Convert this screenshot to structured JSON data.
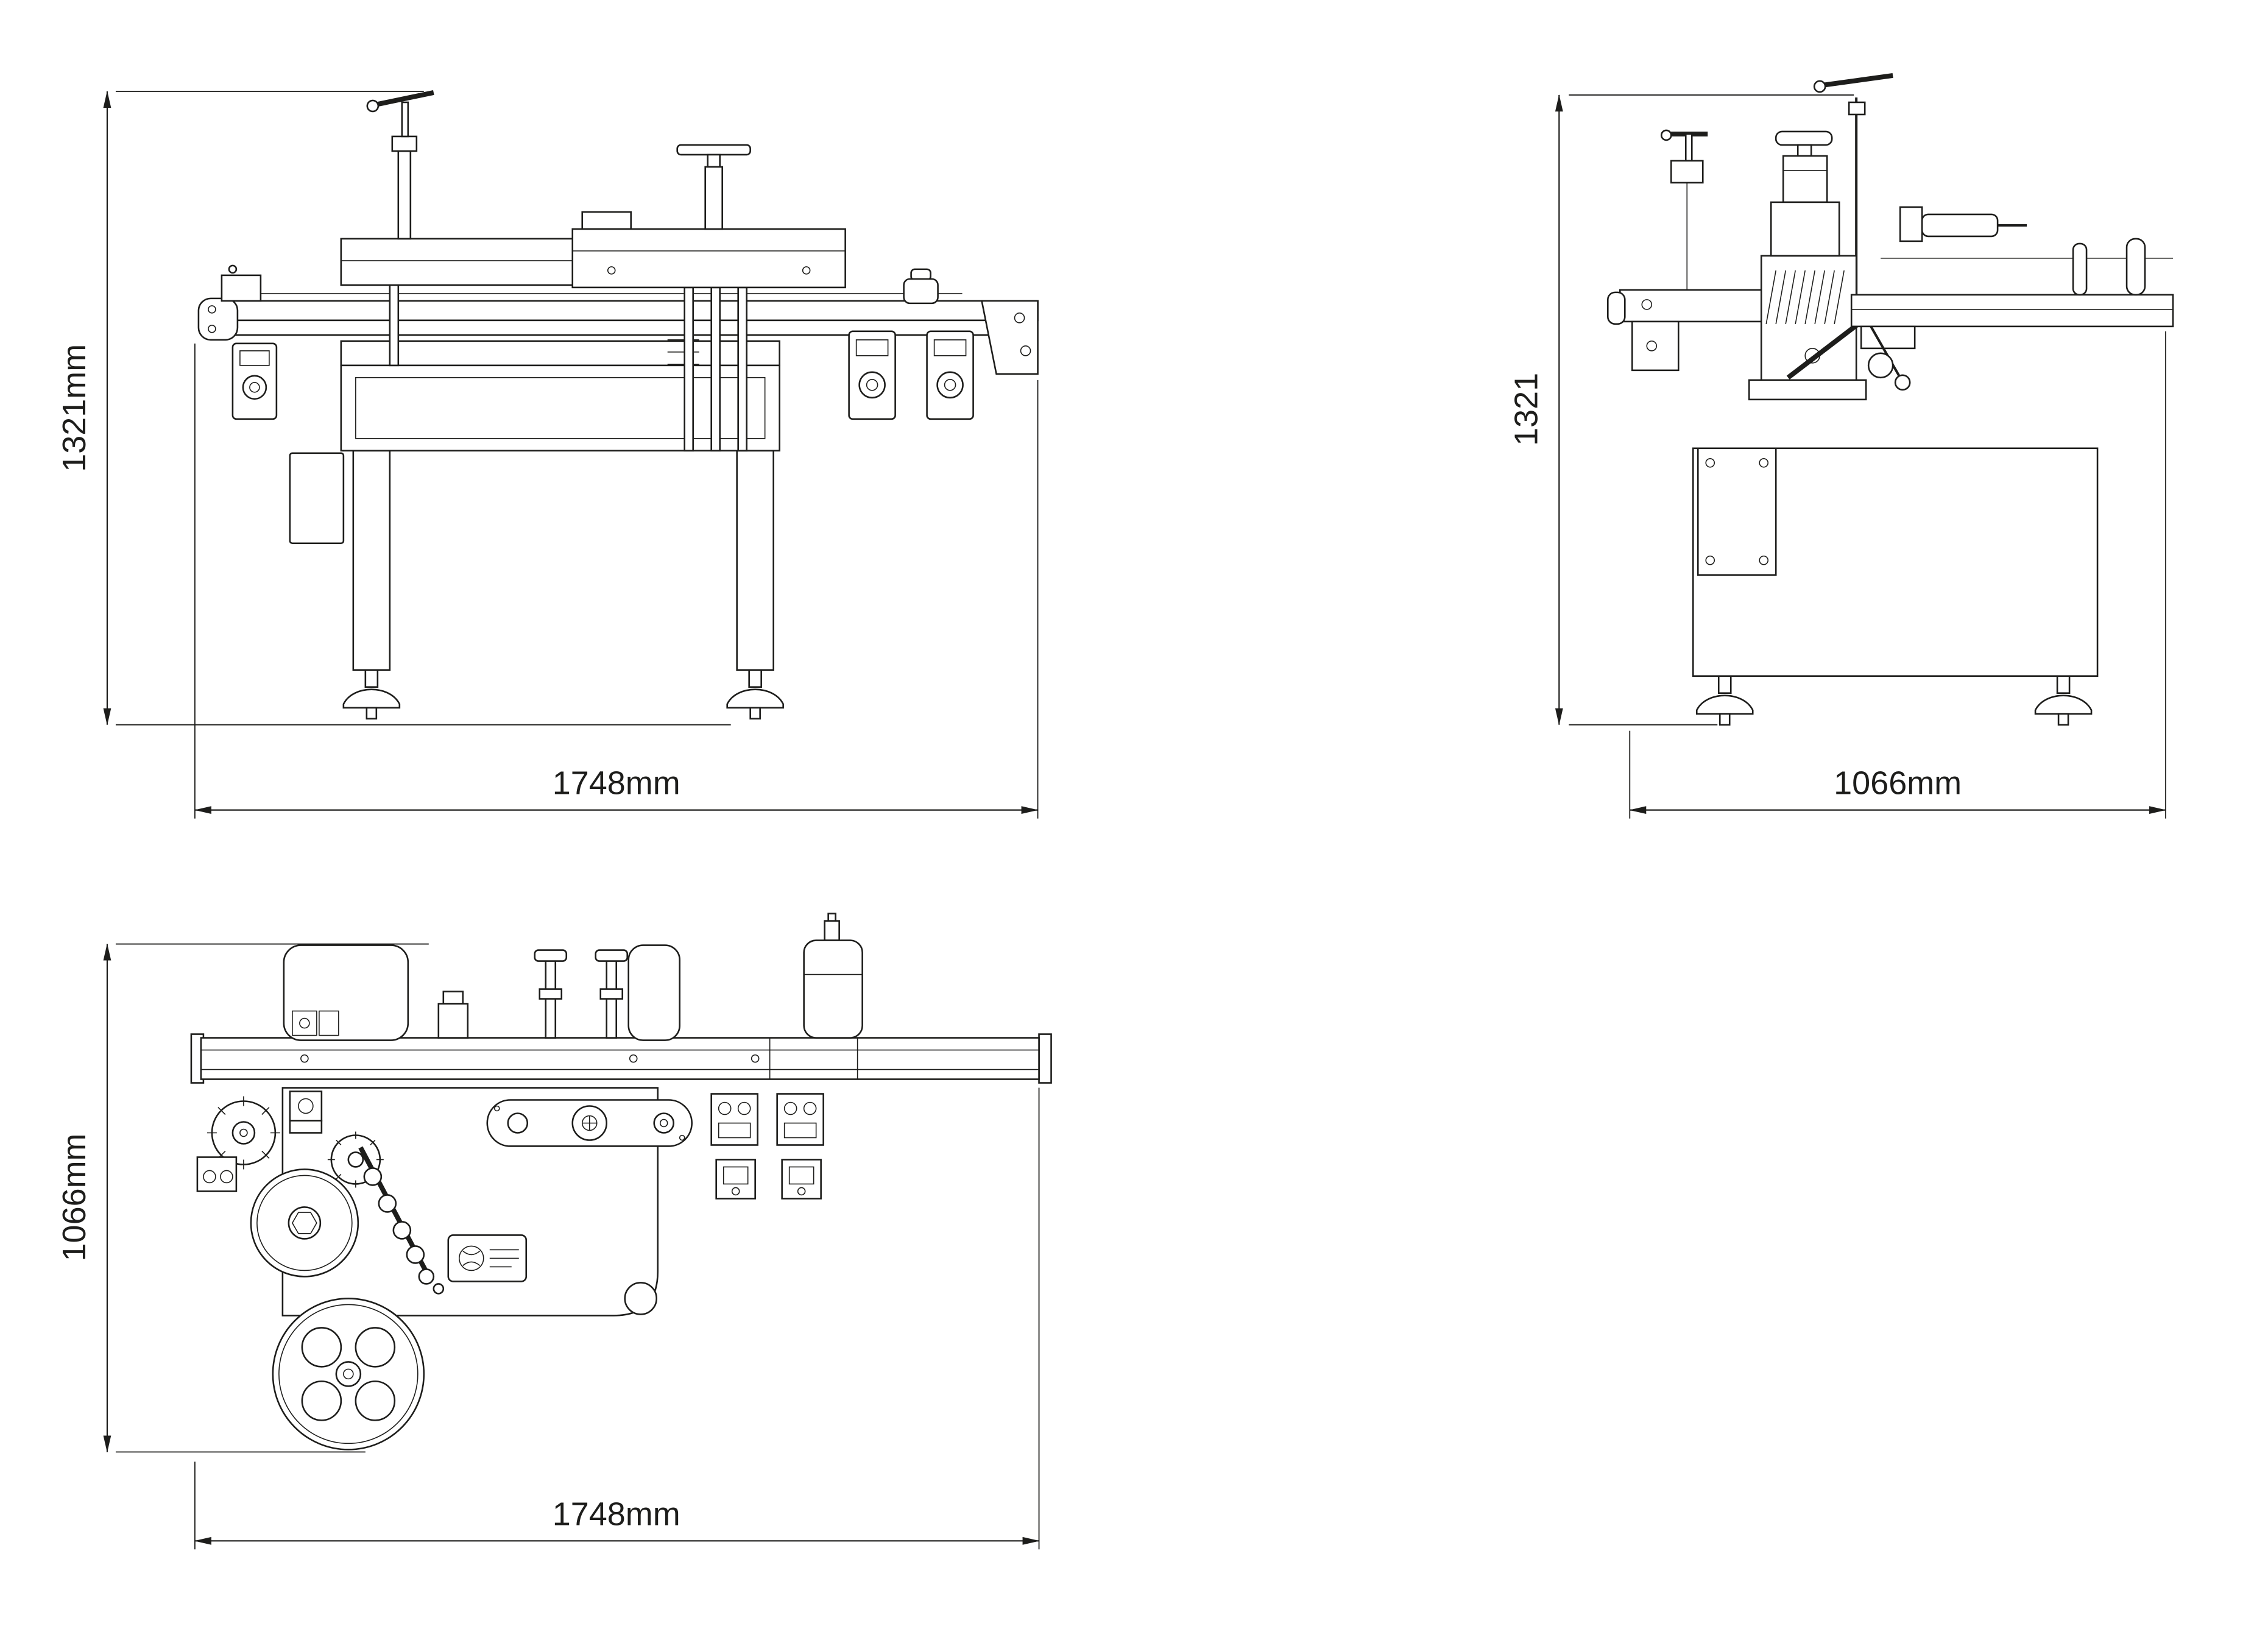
{
  "colors": {
    "background": "#ffffff",
    "line": "#1d1d1b"
  },
  "views": {
    "front": {
      "height_dim": "1321mm",
      "width_dim": "1748mm"
    },
    "side": {
      "height_dim": "1321",
      "width_dim": "1066mm"
    },
    "top": {
      "height_dim": "1066mm",
      "width_dim": "1748mm"
    }
  }
}
